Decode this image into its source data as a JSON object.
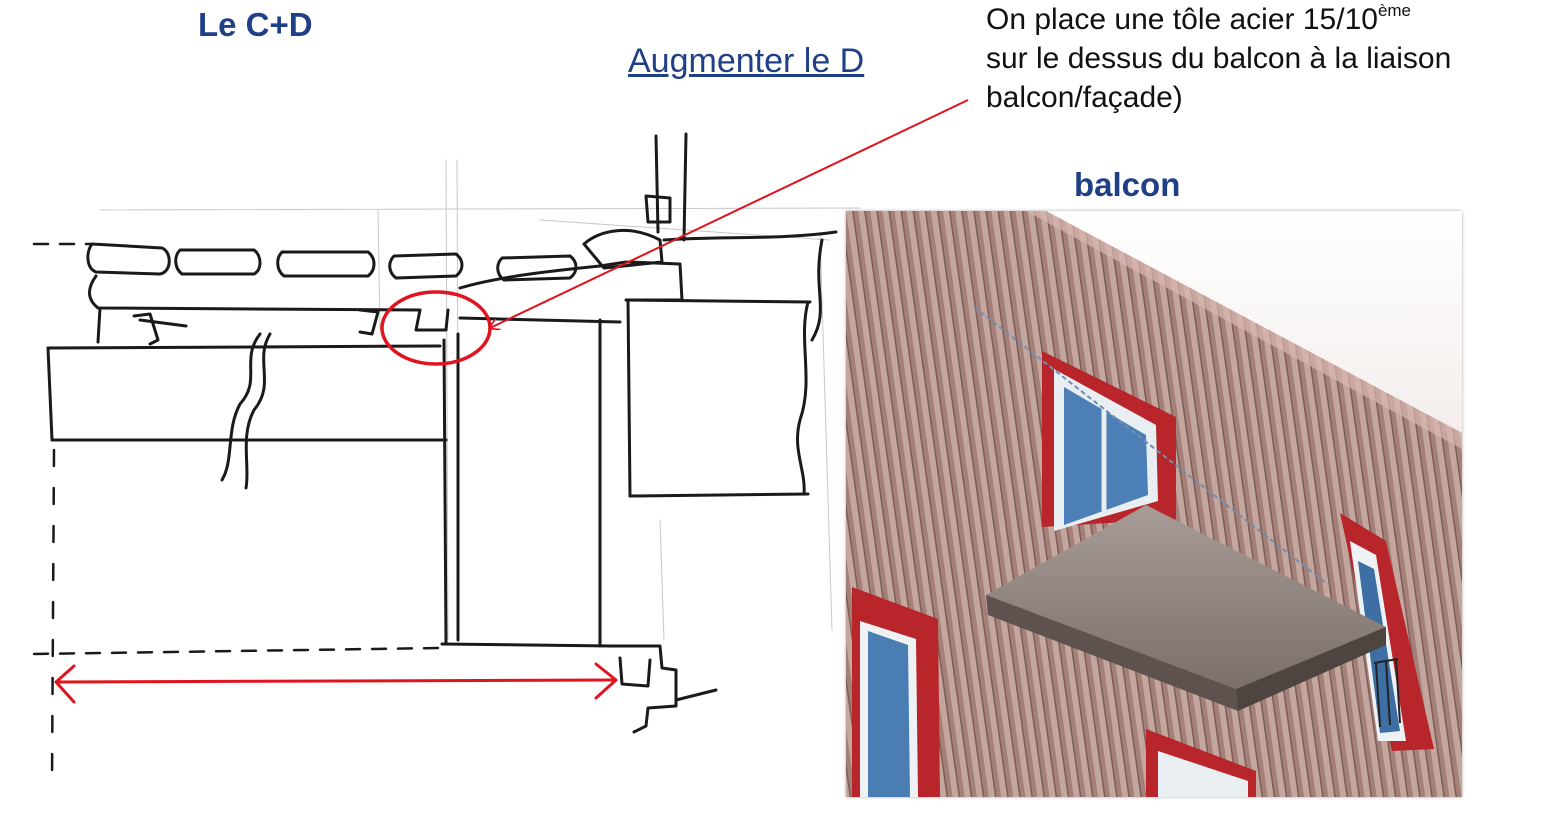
{
  "title": "Le C+D",
  "link_text": "Augmenter le D",
  "note": {
    "line1_main": "On place une tôle acier 15/10",
    "line1_sup": "ème",
    "line2": "sur le dessus du balcon à la liaison",
    "line3": "balcon/façade)"
  },
  "photo_label": "balcon",
  "colors": {
    "title_blue": "#1f3f87",
    "annotation_red": "#e0141e",
    "sketch_ink": "#1a1a1a"
  },
  "icons": {
    "highlight_circle": "red-ellipse-highlight",
    "pointer_arrow": "red-arrow",
    "dimension_arrow": "red-double-arrow"
  }
}
